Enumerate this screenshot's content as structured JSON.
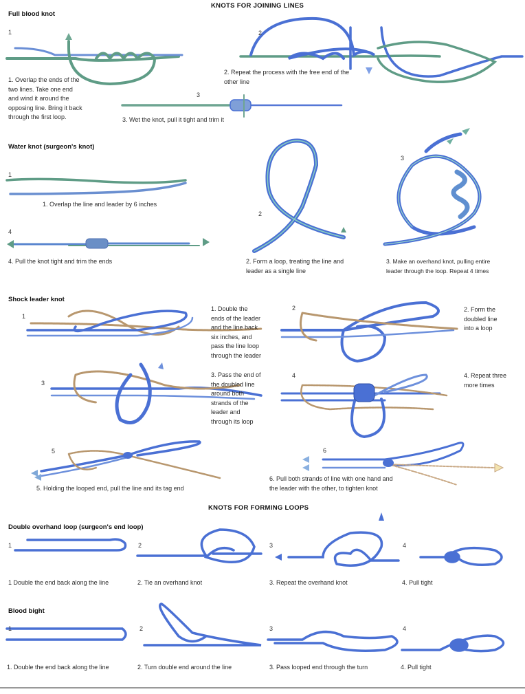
{
  "sections": [
    {
      "title": "KNOTS FOR JOINING LINES"
    },
    {
      "title": "KNOTS FOR FORMING LOOPS"
    }
  ],
  "knots": {
    "full_blood": {
      "title": "Full blood knot",
      "steps": [
        {
          "num": "1",
          "text": "1. Overlap the ends of the\ntwo lines. Take one end\nand wind it around the\nopposing line. Bring it back\nthrough the first loop."
        },
        {
          "num": "2",
          "text": "2. Repeat the process with the free end of the\nother line"
        },
        {
          "num": "3",
          "text": "3. Wet the knot, pull it tight and trim it"
        }
      ]
    },
    "water": {
      "title": "Water knot (surgeon's knot)",
      "steps": [
        {
          "num": "1",
          "text": "1. Overlap the line and leader by 6 inches"
        },
        {
          "num": "2",
          "text": "2. Form a loop, treating the line and\nleader as a single line"
        },
        {
          "num": "3",
          "text": "3. Make an overhand knot, pulling entire\nleader through the loop. Repeat 4 times"
        },
        {
          "num": "4",
          "text": "4. Pull the knot tight and trim the ends"
        }
      ]
    },
    "shock_leader": {
      "title": "Shock leader knot",
      "steps": [
        {
          "num": "1",
          "text": "1. Double the\nends of the leader\nand the line back\nsix inches, and\npass the line loop\nthrough the leader"
        },
        {
          "num": "2",
          "text": "2. Form the\ndoubled line\ninto a loop"
        },
        {
          "num": "3",
          "text": "3. Pass the end of\nthe doubled line\naround both\nstrands of the\nleader and\nthrough its loop"
        },
        {
          "num": "4",
          "text": "4. Repeat three\nmore times"
        },
        {
          "num": "5",
          "text": "5. Holding the looped end, pull the line and its tag end"
        },
        {
          "num": "6",
          "text": "6. Pull both strands of line with one hand and\nthe leader with the other, to tighten knot"
        }
      ]
    },
    "double_overhand": {
      "title": "Double overhand loop (surgeon's end loop)",
      "steps": [
        {
          "num": "1",
          "text": "1 Double the end back along the line"
        },
        {
          "num": "2",
          "text": "2. Tie an overhand knot"
        },
        {
          "num": "3",
          "text": "3. Repeat the overhand knot"
        },
        {
          "num": "4",
          "text": "4. Pull tight"
        }
      ]
    },
    "blood_bight": {
      "title": "Blood bight",
      "steps": [
        {
          "num": "1",
          "text": "1. Double the end back along the line"
        },
        {
          "num": "2",
          "text": "2. Turn double end around the line"
        },
        {
          "num": "3",
          "text": "3. Pass looped end through the turn"
        },
        {
          "num": "4",
          "text": "4. Pull tight"
        }
      ]
    }
  },
  "colors": {
    "green": "#5f9c86",
    "blue": "#4a70d4",
    "rope": "#b8976e"
  }
}
